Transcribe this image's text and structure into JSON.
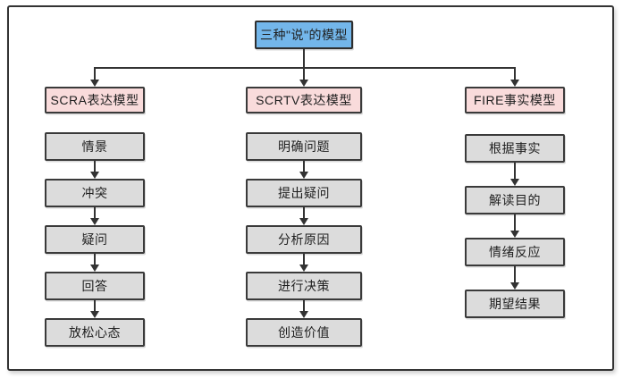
{
  "diagram": {
    "root": {
      "label": "三种\"说\"的模型"
    },
    "columns": [
      {
        "header": "SCRA表达模型",
        "steps": [
          "情景",
          "冲突",
          "疑问",
          "回答",
          "放松心态"
        ]
      },
      {
        "header": "SCRTV表达模型",
        "steps": [
          "明确问题",
          "提出疑问",
          "分析原因",
          "进行决策",
          "创造价值"
        ]
      },
      {
        "header": "FIRE事实模型",
        "steps": [
          "根据事实",
          "解读目的",
          "情绪反应",
          "期望结果"
        ]
      }
    ]
  },
  "colors": {
    "root_fill": "#73B6EA",
    "header_fill": "#F9DBDB",
    "step_fill": "#DCDCDC",
    "line": "#333333",
    "border": "#3A3A3A",
    "text": "#1F1F1F"
  }
}
